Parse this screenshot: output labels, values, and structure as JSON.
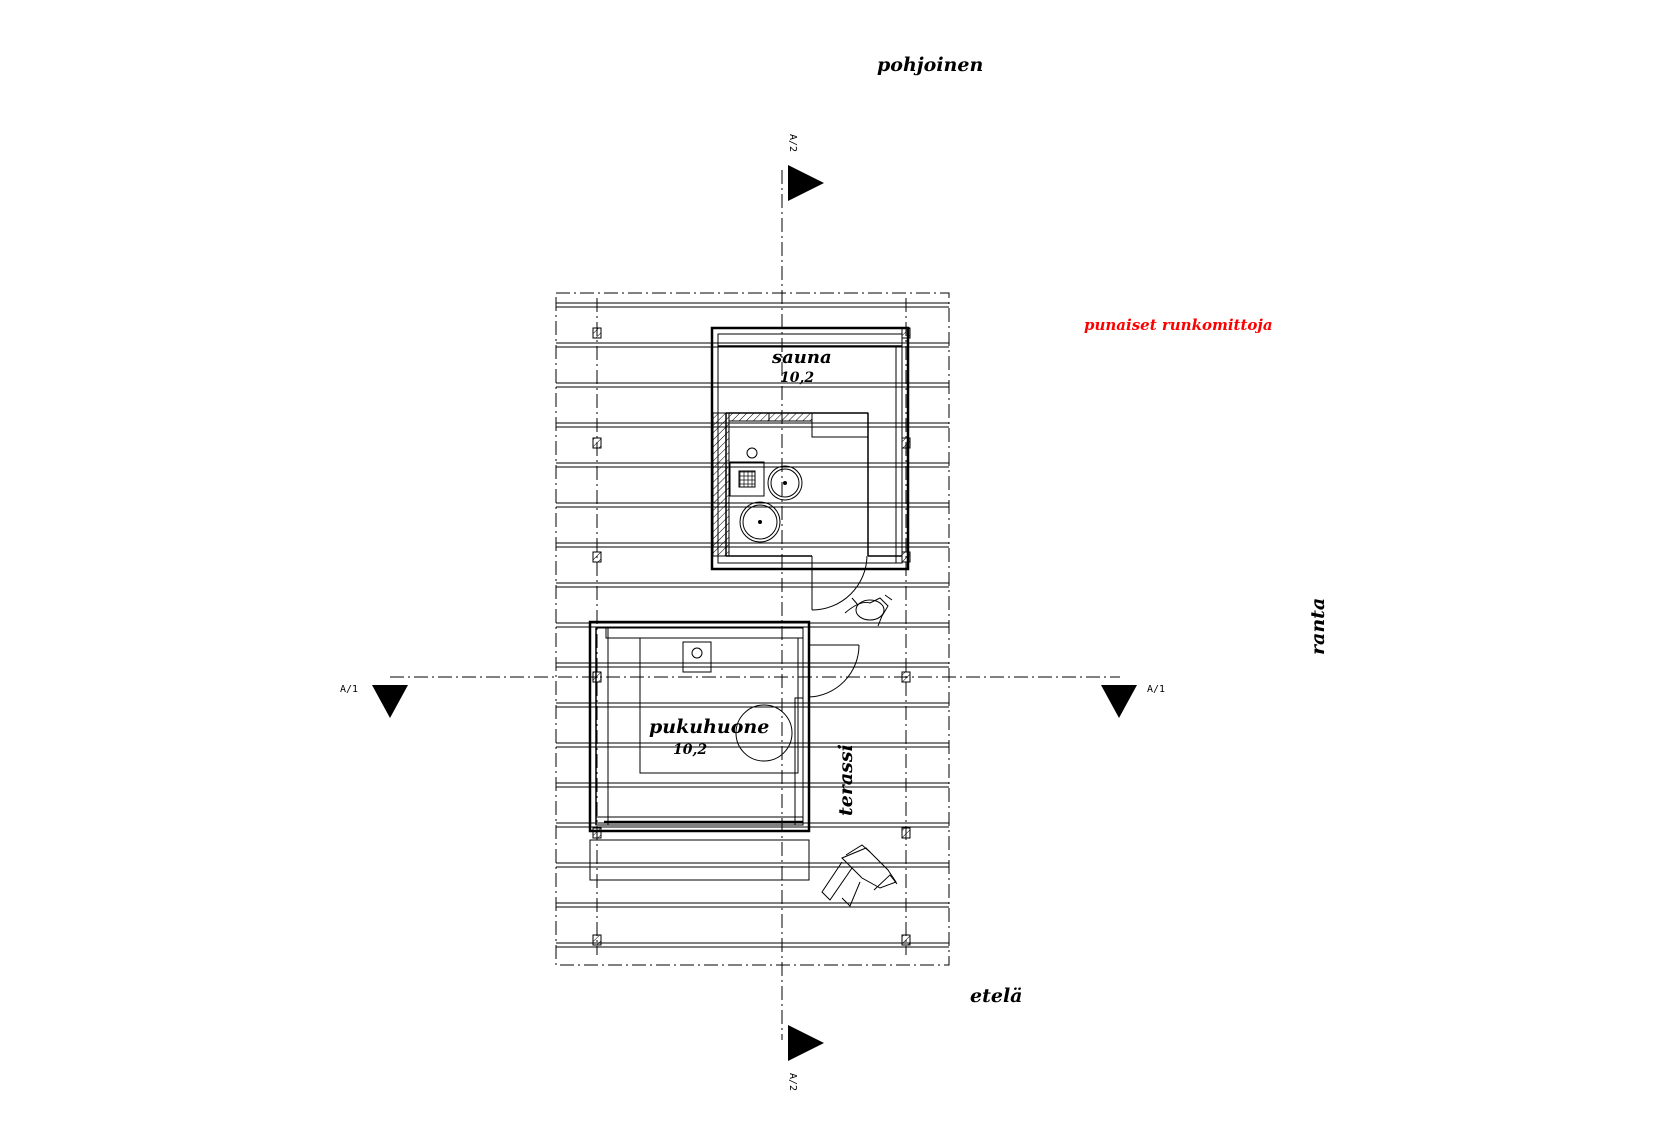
{
  "drawing": {
    "orientation": {
      "north": "pohjoinen",
      "south": "etelä",
      "east": "ranta"
    },
    "note": "punaiset runkomittoja",
    "note_color": "#ff0000",
    "rooms": {
      "sauna": {
        "name": "sauna",
        "area": "10,2"
      },
      "dressing_room": {
        "name": "pukuhuone",
        "area": "10,2"
      },
      "terrace": {
        "name": "terassi"
      }
    },
    "section_markers": {
      "vertical": "A/2",
      "horizontal": "A/1"
    }
  }
}
